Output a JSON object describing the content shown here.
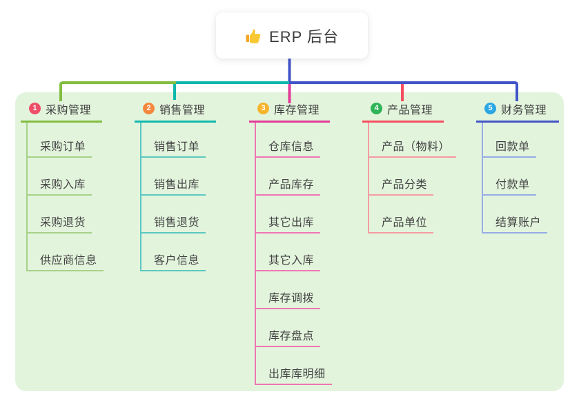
{
  "root": {
    "icon": "thumbs-up",
    "title": "ERP 后台"
  },
  "colors": {
    "panel_bg": "#e3f4dd",
    "root_stem": "#4154c9"
  },
  "branches": [
    {
      "num": "1",
      "label": "采购管理",
      "badge_color": "#ee4e67",
      "line_color": "#83bd40",
      "child_line_color": "#a6d287",
      "children": [
        "采购订单",
        "采购入库",
        "采购退货",
        "供应商信息"
      ]
    },
    {
      "num": "2",
      "label": "销售管理",
      "badge_color": "#f5873f",
      "line_color": "#10b7ac",
      "child_line_color": "#5cc8bf",
      "children": [
        "销售订单",
        "销售出库",
        "销售退货",
        "客户信息"
      ]
    },
    {
      "num": "3",
      "label": "库存管理",
      "badge_color": "#f6b32c",
      "line_color": "#e23a97",
      "child_line_color": "#ee76b1",
      "children": [
        "仓库信息",
        "产品库存",
        "其它出库",
        "其它入库",
        "库存调拨",
        "库存盘点",
        "出库库明细"
      ]
    },
    {
      "num": "4",
      "label": "产品管理",
      "badge_color": "#2eb457",
      "line_color": "#f54d5f",
      "child_line_color": "#f49ba1",
      "children": [
        "产品（物料）",
        "产品分类",
        "产品单位"
      ]
    },
    {
      "num": "5",
      "label": "财务管理",
      "badge_color": "#2aa6e2",
      "line_color": "#4154c9",
      "child_line_color": "#97ace5",
      "children": [
        "回款单",
        "付款单",
        "结算账户"
      ]
    }
  ]
}
